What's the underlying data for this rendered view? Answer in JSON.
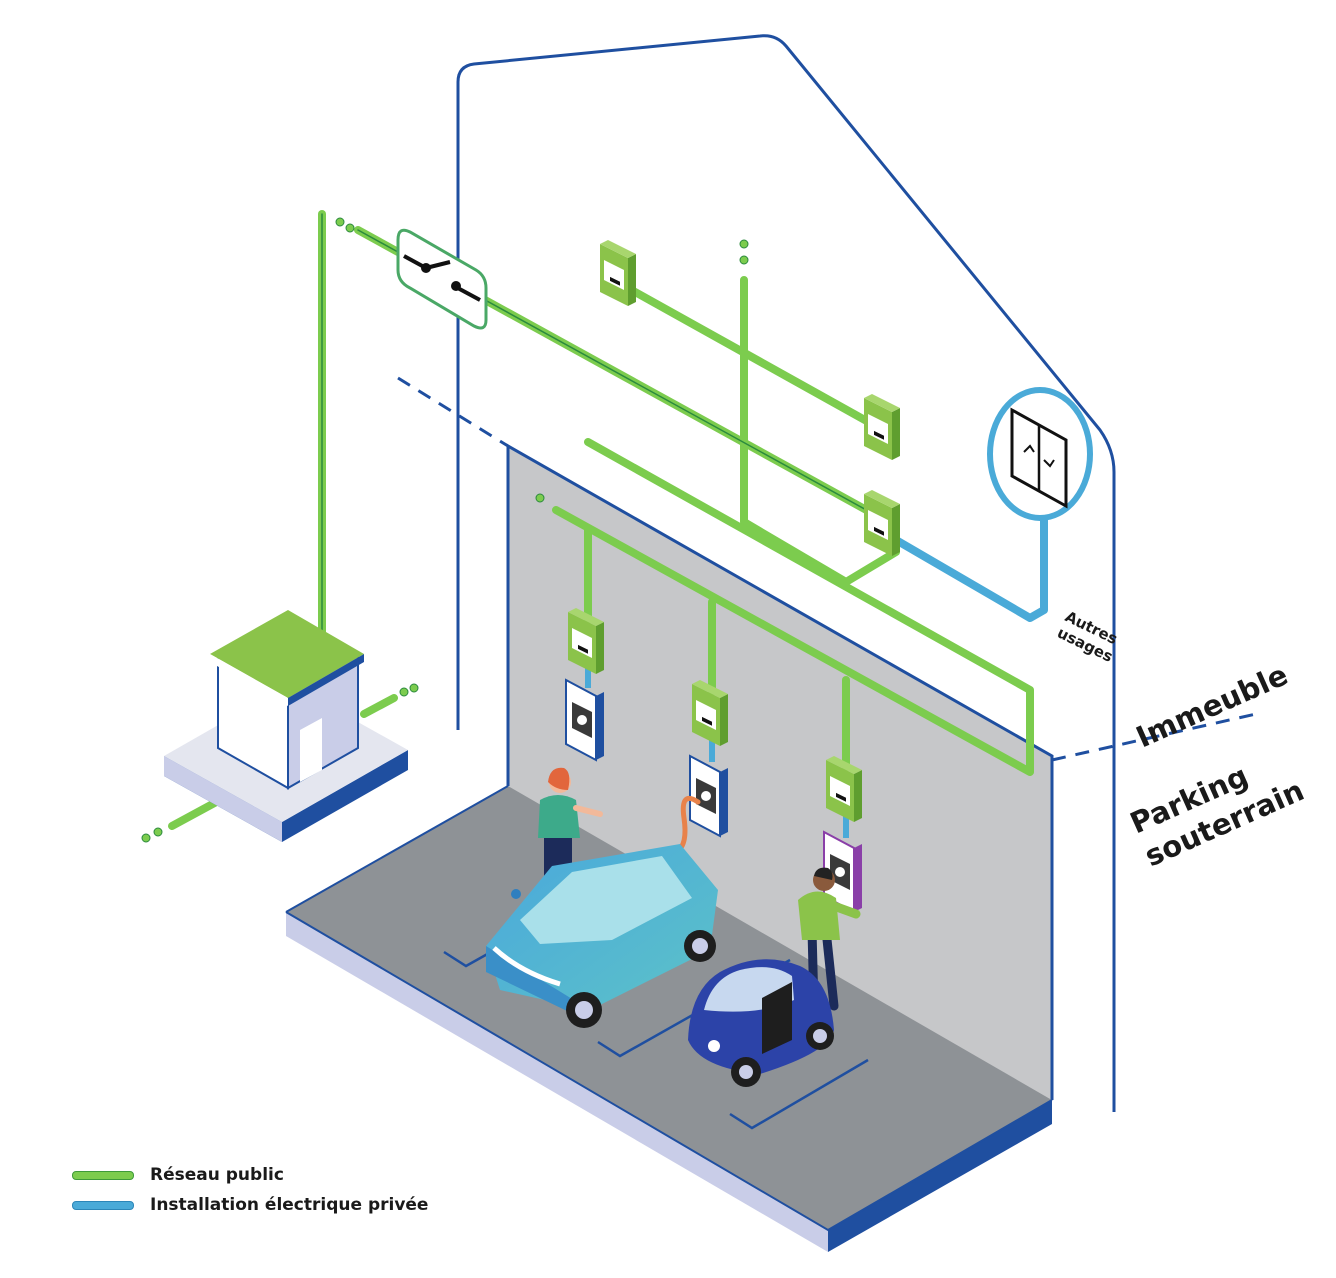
{
  "labels": {
    "autres_usages": [
      "Autres",
      "usages"
    ],
    "immeuble": "Immeuble",
    "parking": [
      "Parking",
      "souterrain"
    ]
  },
  "legend": [
    {
      "label": "Réseau public",
      "color": "#7ccc4e"
    },
    {
      "label": "Installation électrique privée",
      "color": "#4aaad8"
    }
  ],
  "colors": {
    "public_network": "#7ccc4e",
    "private_installation": "#4aaad8",
    "building_outline": "#1f4fa0",
    "floor": "#8e9296",
    "wall": "#c6c7c9"
  },
  "icons": [
    "circuit-breaker-icon",
    "meter-icon",
    "charging-station-icon",
    "elevator-icon",
    "substation-icon",
    "car-icon",
    "person-icon"
  ]
}
